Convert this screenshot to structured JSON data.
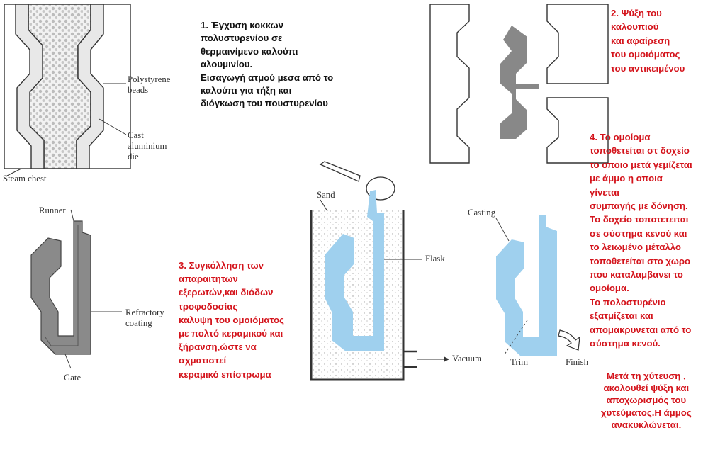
{
  "steps": {
    "step1": "1. Έγχυση κοκκων\nπολυστυρενίου σε\nθερμαινίμενο καλούπι\nαλουμινίου.\nΕισαγωγή ατμού μεσα από το\nκαλούπι για τήξη και\nδιόγκωση του πουστυρενίου",
    "step2": "2. Ψύξη του\nκαλουπιού\nκαι αφαίρεση\nτου ομοιόματος\nτου αντικειμένου",
    "step3": "3. Συγκόλληση των\nαπαραιτητων\nεξερωτών,και διόδων\nτροφοδοσίας\nκαλυψη του ομοιόματος\nμε πολτό κεραμικού και\nξήρανση,ώστε να\nσχματιστεί\nκεραμικό επίστρωμα",
    "step4": "4. Το ομοίομα\nτοποθετείται στ δοχείο\nτο οποιο μετά γεμίζεται\nμε άμμο  η οποια\nγίνεται\nσυμπαγής με δόνηση.\nΤο δοχείο τοποτετειται\nσε σύστημα κενού και\n το λειωμένο μέταλλο\nτοποθετείται στο χωρο\nπου καταλαμβανει το\nομοίομα.\nΤο πολοστυρένιο\nεξατμίζεται και\nαπομακρυνεται από το\n σύστημα κενού.",
    "after": "Μετά τη χύτευση ,\nακολουθεί ψύξη και\nαποχωρισμός του\nχυτεύματος.Η άμμος\nανακυκλώνεται."
  },
  "labels": {
    "polystyrene_beads": "Polystyrene\nbeads",
    "cast_aluminium_die": "Cast\naluminium\ndie",
    "steam_chest": "Steam chest",
    "runner": "Runner",
    "refractory_coating": "Refractory\ncoating",
    "gate": "Gate",
    "sand": "Sand",
    "flask": "Flask",
    "vacuum": "Vacuum",
    "casting": "Casting",
    "trim": "Trim",
    "finish": "Finish"
  },
  "colors": {
    "metal_blue": "#9fd0ee",
    "coating_grey": "#8a8a8a",
    "pattern_grey": "#dcdcdc",
    "text_red": "#d4141c"
  }
}
